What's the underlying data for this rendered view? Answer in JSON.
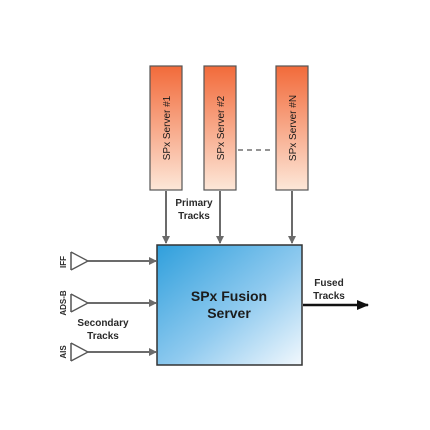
{
  "servers": [
    {
      "label": "SPx Server #1"
    },
    {
      "label": "SPx Server #2"
    },
    {
      "label": "SPx Server #N"
    }
  ],
  "primary_tracks": {
    "line1": "Primary",
    "line2": "Tracks"
  },
  "fusion_server": {
    "line1": "SPx Fusion",
    "line2": "Server"
  },
  "fused_tracks": {
    "line1": "Fused",
    "line2": "Tracks"
  },
  "secondary_tracks": {
    "line1": "Secondary",
    "line2": "Tracks"
  },
  "antennas": [
    {
      "label": "IFF"
    },
    {
      "label": "ADS-B"
    },
    {
      "label": "AIS"
    }
  ],
  "colors": {
    "server_fill_top": "#f26a3a",
    "server_fill_bottom": "#fde7d8",
    "fusion_fill_left": "#2f9fdc",
    "fusion_fill_right": "#f2f8fd",
    "arrow": "#6b6b6b"
  }
}
